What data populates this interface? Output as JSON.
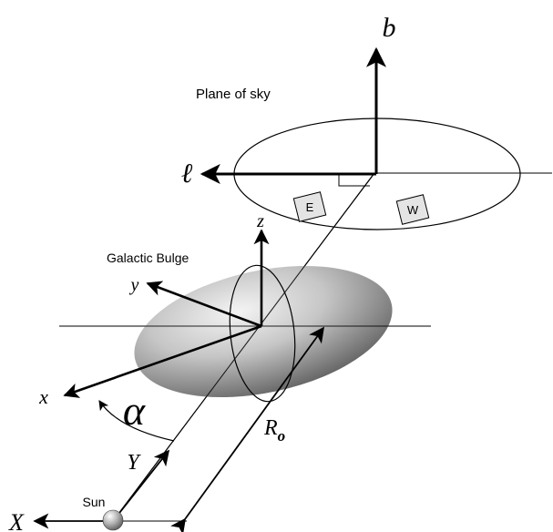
{
  "labels": {
    "plane_of_sky": "Plane of sky",
    "galactic_bulge": "Galactic Bulge",
    "sun": "Sun",
    "east_box": "E",
    "west_box": "W",
    "axis_b": "b",
    "axis_l": "ℓ",
    "axis_x": "x",
    "axis_y": "y",
    "axis_z": "z",
    "axis_X": "X",
    "axis_Y": "Y",
    "angle_alpha": "α",
    "distance_R": "R",
    "distance_R_sub": "o"
  },
  "colors": {
    "line": "#000000",
    "box_fill": "#e4e4e4",
    "bulge_light": "#f4f4f4",
    "bulge_dark": "#5e5e5e"
  }
}
